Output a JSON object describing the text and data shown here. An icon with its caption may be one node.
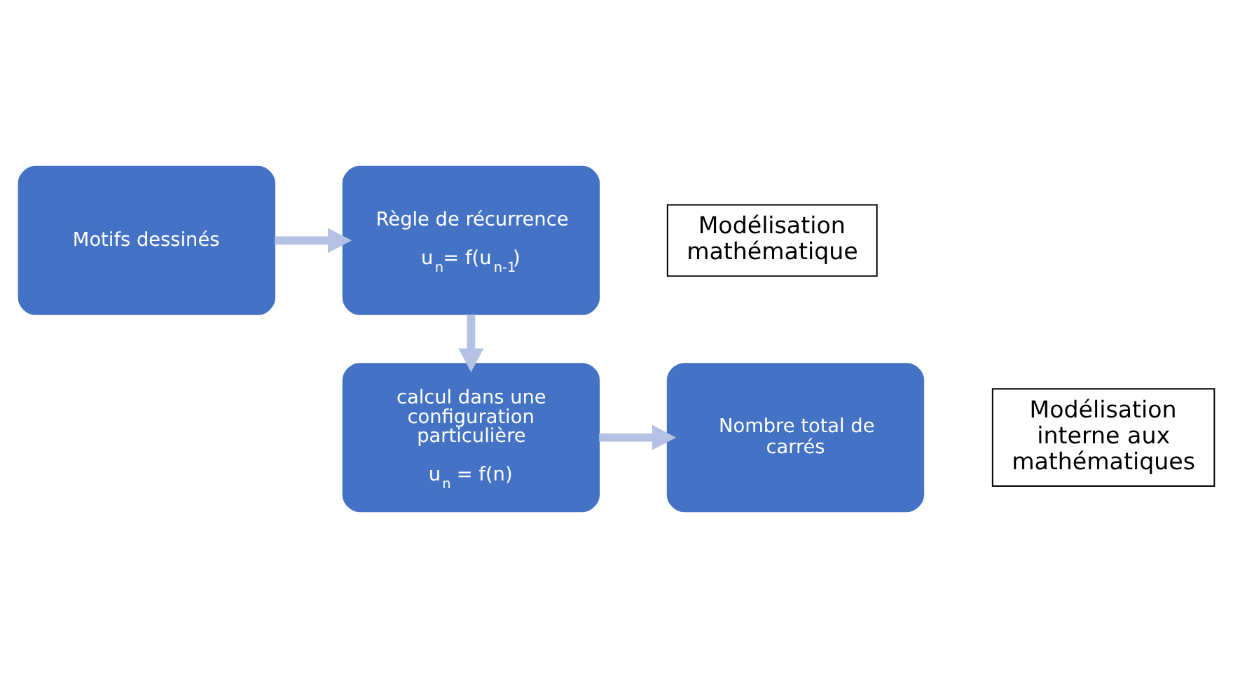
{
  "diagram": {
    "nodes": [
      {
        "text": [
          "Motifs dessinés"
        ]
      },
      {
        "text": [
          "Règle de récurrence",
          "u$_{n}$= f(u$_{n-1}$)"
        ]
      },
      {
        "text": [
          "calcul dans une configuration particulière",
          "u$_{n}$ = f(n)"
        ]
      },
      {
        "text": [
          "Nombre total de carrés"
        ]
      },
      {
        "text": [
          "Modélisation mathématique"
        ]
      },
      {
        "text": [
          "Modélisation interne aux mathématiques"
        ]
      }
    ],
    "edges": [
      {
        "from": 0,
        "to": 1,
        "arrow": "to"
      },
      {
        "from": 1,
        "to": 2,
        "arrow": "to"
      },
      {
        "from": 2,
        "to": 3,
        "arrow": "to"
      }
    ]
  }
}
